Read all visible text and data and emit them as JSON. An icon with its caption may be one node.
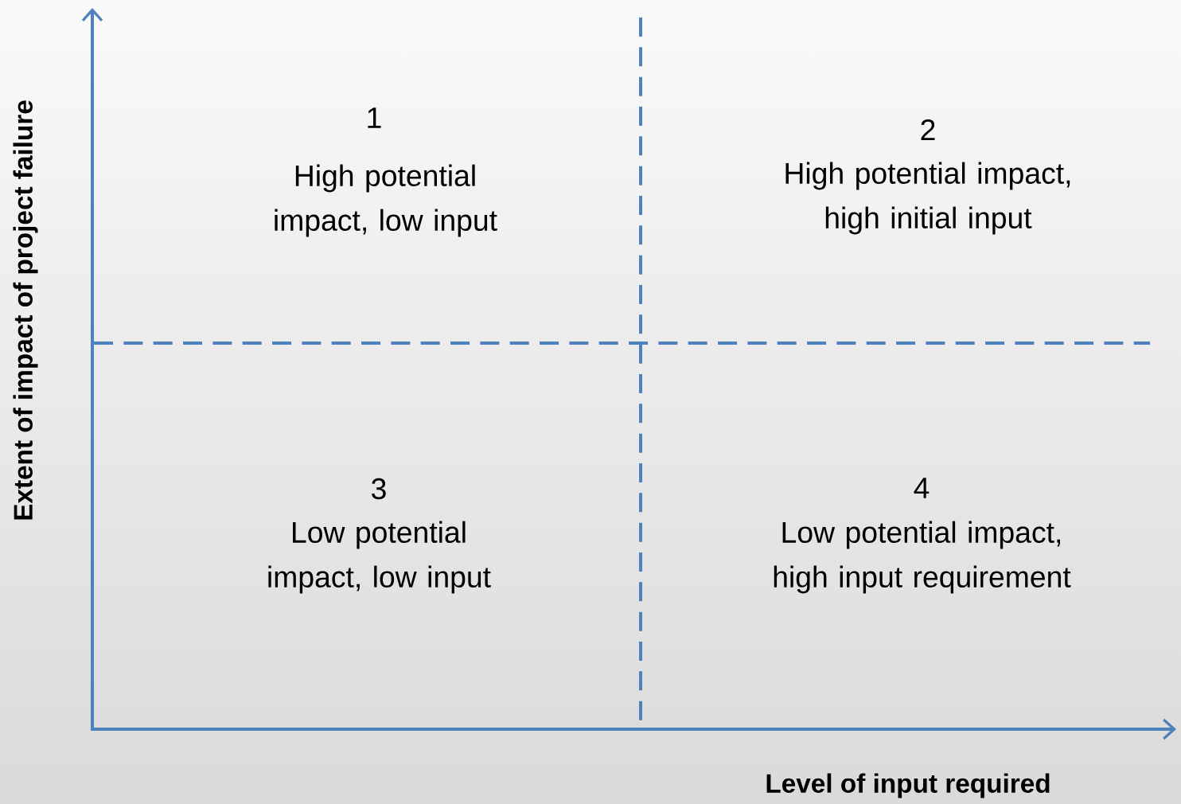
{
  "diagram": {
    "labels": [
      "Extent of impact of project failure",
      "1",
      "High potential impact, low input",
      "2",
      "High potential impact, high initial input",
      "3",
      "Low potential impact, low input",
      "4",
      "Low potential impact, high input requirement",
      "Level of input required"
    ]
  }
}
